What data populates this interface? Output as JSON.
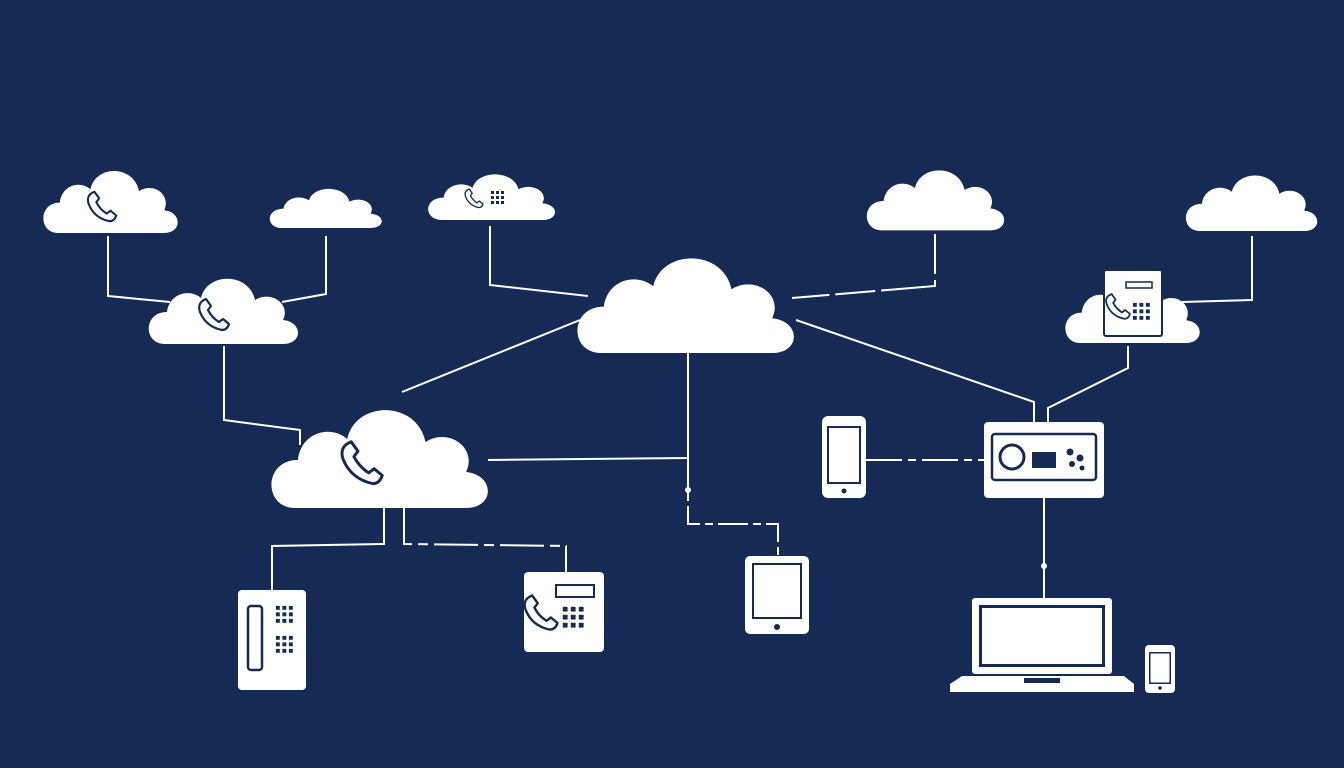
{
  "diagram": {
    "background": "#152b55",
    "foreground": "#ffffff",
    "line_color": "#ffffff",
    "nodes": [
      {
        "id": "cloud-top-left",
        "kind": "cloud",
        "icon": "handset-icon"
      },
      {
        "id": "cloud-small-top",
        "kind": "cloud",
        "icon": ""
      },
      {
        "id": "cloud-keypad",
        "kind": "cloud",
        "icon": "keypad-phone-icon"
      },
      {
        "id": "cloud-mid-left",
        "kind": "cloud",
        "icon": "handset-icon"
      },
      {
        "id": "cloud-central",
        "kind": "cloud",
        "icon": ""
      },
      {
        "id": "cloud-top-right-center",
        "kind": "cloud",
        "icon": ""
      },
      {
        "id": "cloud-top-right",
        "kind": "cloud",
        "icon": ""
      },
      {
        "id": "cloud-right-phone",
        "kind": "cloud",
        "icon": "desk-phone-icon"
      },
      {
        "id": "cloud-main",
        "kind": "cloud",
        "icon": "handset-icon"
      },
      {
        "id": "desk-phone-vertical",
        "kind": "device",
        "icon": "desk-phone-icon"
      },
      {
        "id": "desk-phone-square",
        "kind": "device",
        "icon": "desk-phone-icon"
      },
      {
        "id": "tablet",
        "kind": "device",
        "icon": "tablet-icon"
      },
      {
        "id": "smartphone-left",
        "kind": "device",
        "icon": "smartphone-icon"
      },
      {
        "id": "voip-gateway",
        "kind": "device",
        "icon": "router-icon"
      },
      {
        "id": "laptop",
        "kind": "device",
        "icon": "laptop-icon"
      },
      {
        "id": "smartphone-small",
        "kind": "device",
        "icon": "smartphone-icon"
      }
    ],
    "connections": [
      [
        "cloud-top-left",
        "cloud-mid-left"
      ],
      [
        "cloud-small-top",
        "cloud-mid-left"
      ],
      [
        "cloud-mid-left",
        "cloud-main"
      ],
      [
        "cloud-keypad",
        "cloud-central"
      ],
      [
        "cloud-top-right-center",
        "cloud-central"
      ],
      [
        "cloud-central",
        "cloud-main"
      ],
      [
        "cloud-central",
        "tablet"
      ],
      [
        "cloud-central",
        "voip-gateway"
      ],
      [
        "cloud-top-right",
        "cloud-right-phone"
      ],
      [
        "cloud-right-phone",
        "voip-gateway"
      ],
      [
        "smartphone-left",
        "voip-gateway"
      ],
      [
        "voip-gateway",
        "laptop"
      ],
      [
        "cloud-main",
        "desk-phone-vertical"
      ],
      [
        "cloud-main",
        "desk-phone-square"
      ]
    ]
  }
}
